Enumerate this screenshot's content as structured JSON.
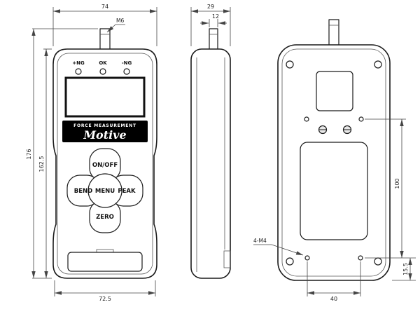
{
  "front": {
    "dims": {
      "width_top": "74",
      "thread": "M6",
      "height_total": "176",
      "height_body": "162.5",
      "width_bottom": "72.5"
    },
    "indicators": [
      "+NG",
      "OK",
      "-NG"
    ],
    "brand": {
      "line1": "FORCE MEASUREMENT",
      "line2": "Motive"
    },
    "buttons": {
      "top": "ON/OFF",
      "left": "BEND",
      "center": "MENU",
      "right": "PEAK",
      "bottom": "ZERO"
    }
  },
  "side": {
    "dims": {
      "depth": "29",
      "shaft": "12"
    }
  },
  "back": {
    "dims": {
      "hole_span_vertical": "100",
      "hole_offset_bottom": "15.5",
      "hole_span_horizontal": "40",
      "screw_callout": "4-M4"
    }
  },
  "colors": {
    "line": "#1a1a1a",
    "dim_line": "#444444",
    "panel_bg": "#000000",
    "panel_text": "#ffffff",
    "background": "#ffffff"
  }
}
